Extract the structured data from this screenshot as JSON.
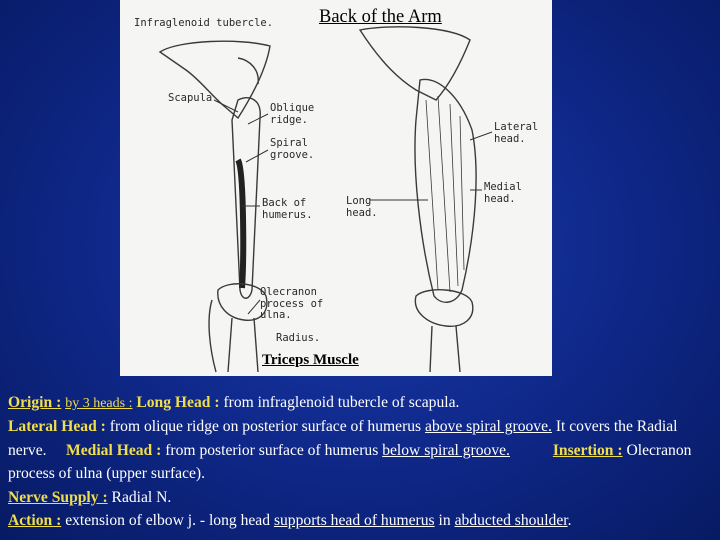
{
  "figure": {
    "title": "Back of the Arm",
    "caption": "Triceps Muscle",
    "labels": {
      "infraglenoid": "Infraglenoid tubercle.",
      "scapula": "Scapula",
      "oblique": "Oblique\nridge.",
      "spiral": "Spiral\ngroove.",
      "back_humerus": "Back of\nhumerus.",
      "olecranon": "Olecranon\nprocess of\nulna.",
      "radius": "Radius.",
      "long_head": "Long\nhead.",
      "lateral_head": "Lateral\nhead.",
      "medial_head": "Medial\nhead."
    }
  },
  "text": {
    "origin_label": "Origin :",
    "origin_heads": "by  3  heads :",
    "long_head_label": "Long Head :",
    "long_head_text": "from infraglenoid tubercle of scapula.",
    "lateral_head_label": "Lateral Head :",
    "lateral_head_text": "from olique ridge on posterior surface of humerus",
    "lateral_head_emph": "above spiral groove.",
    "lateral_head_tail": "It covers the Radial nerve.",
    "medial_head_label": "Medial Head :",
    "medial_head_text": "from posterior surface of humerus",
    "medial_head_emph": "below spiral groove.",
    "insertion_label": "Insertion :",
    "insertion_text": "Olecranon process of ulna (upper surface).",
    "nerve_label": "Nerve Supply :",
    "nerve_text": "Radial N.",
    "action_label": "Action :",
    "action_text1": "extension of elbow j. - long head",
    "action_emph1": "supports head of humerus",
    "action_text2": "in",
    "action_emph2": "abducted shoulder",
    "action_end": "."
  },
  "colors": {
    "background": "#102a8e",
    "keyword": "#f0de4a",
    "body_text": "#ffffff"
  }
}
